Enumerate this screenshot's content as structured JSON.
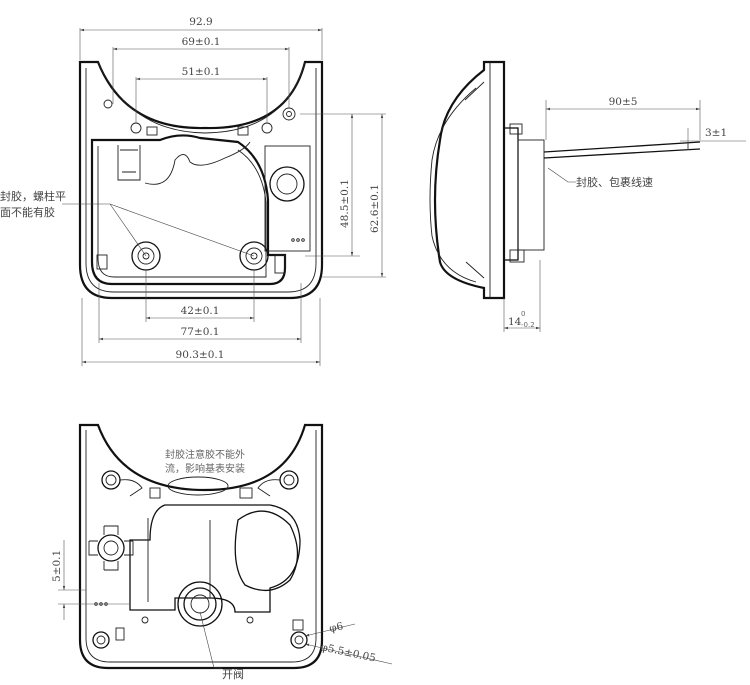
{
  "front_view": {
    "dims": {
      "overall_top": "92.9",
      "upper_span": "69±0.1",
      "inner_span": "51±0.1",
      "height_inner": "48.5±0.1",
      "height_outer": "62.6±0.1",
      "hole_span_1": "42±0.1",
      "hole_span_2": "77±0.1",
      "overall_bottom": "90.3±0.1"
    },
    "note_line1": "封胶，螺柱平",
    "note_line2": "面不能有胶"
  },
  "side_view": {
    "dims": {
      "wire_length": "90±5",
      "wire_strip": "3±1",
      "thickness": "14",
      "thickness_tol_upper": "0",
      "thickness_tol_lower": "-0.2"
    },
    "note": "封胶、包裹线速"
  },
  "bottom_view": {
    "note_line1": "封胶注意胶不能外",
    "note_line2": "流，影响基表安装",
    "dims": {
      "offset": "5±0.1",
      "dia_outer": "φ6",
      "dia_inner": "φ5.5±0.05"
    },
    "valve_label": "开阀"
  }
}
